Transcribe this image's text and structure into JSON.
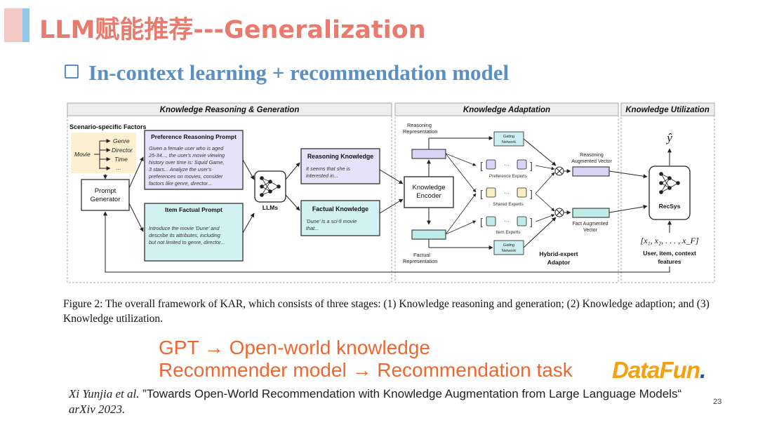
{
  "slide": {
    "title": "LLM赋能推荐---Generalization",
    "subtitle": "In-context learning + recommendation model",
    "caption": "Figure 2: The overall framework of KAR, which consists of three stages: (1) Knowledge reasoning and generation; (2) Knowledge adaption; and (3) Knowledge utilization.",
    "point1": "GPT → Open-world knowledge",
    "point2": "Recommender model → Recommendation task",
    "ref_authors": "Xi Yunjia et al.",
    "ref_title": " ”Towards Open-World Recommendation with Knowledge Augmentation from Large Language Models“ ",
    "ref_venue": "arXiv 2023.",
    "logo": "DataFun",
    "logo_dot": ".",
    "page": "23"
  },
  "diagram": {
    "stage1": "Knowledge Reasoning & Generation",
    "stage2": "Knowledge Adaptation",
    "stage3": "Knowledge Utilization",
    "scenario_label": "Scenario-specific Factors",
    "movie": "Movie",
    "factors": [
      "Genre",
      "Director",
      "Time",
      "..."
    ],
    "prompt_generator": [
      "Prompt",
      "Generator"
    ],
    "pref_prompt_title": "Preference Reasoning Prompt",
    "pref_prompt_text": [
      "Given a female user who is aged",
      "25-34..., the user's movie viewing",
      "history over time is: Squid Game,",
      "3 stars... Analyze the user's",
      "preferences on movies, consider",
      "factors like genre, director..."
    ],
    "item_prompt_title": "Item Factual Prompt",
    "item_prompt_text": [
      "Introduce the movie 'Dune' and",
      "describe its attributes, including",
      "but not limited to genre, director..."
    ],
    "llms": "LLMs",
    "reasoning_title": "Reasoning Knowledge",
    "reasoning_text": [
      "It seems that she is",
      "interested in..."
    ],
    "factual_title": "Factual Knowledge",
    "factual_text": [
      "'Dune' is a sci-fi movie",
      "that..."
    ],
    "reasoning_rep": [
      "Reasoning",
      "Representation"
    ],
    "factual_rep": [
      "Factual",
      "Representation"
    ],
    "encoder": [
      "Knowledge",
      "Encoder"
    ],
    "gating": [
      "Gating",
      "Network"
    ],
    "pref_experts": "Preference Experts",
    "shared_experts": "Shared Experts",
    "item_experts": "Item Experts",
    "dots": "···",
    "reasoning_vec": [
      "Reasoning",
      "Augmented Vector"
    ],
    "fact_vec": [
      "Fact Augmented",
      "Vector"
    ],
    "adaptor": [
      "Hybrid-expert",
      "Adaptor"
    ],
    "yhat": "ŷ",
    "recsys": "RecSys",
    "features_vec": "[x₁, x₂, . . . , x_F]",
    "features_label": [
      "User, item, context",
      "features"
    ]
  }
}
